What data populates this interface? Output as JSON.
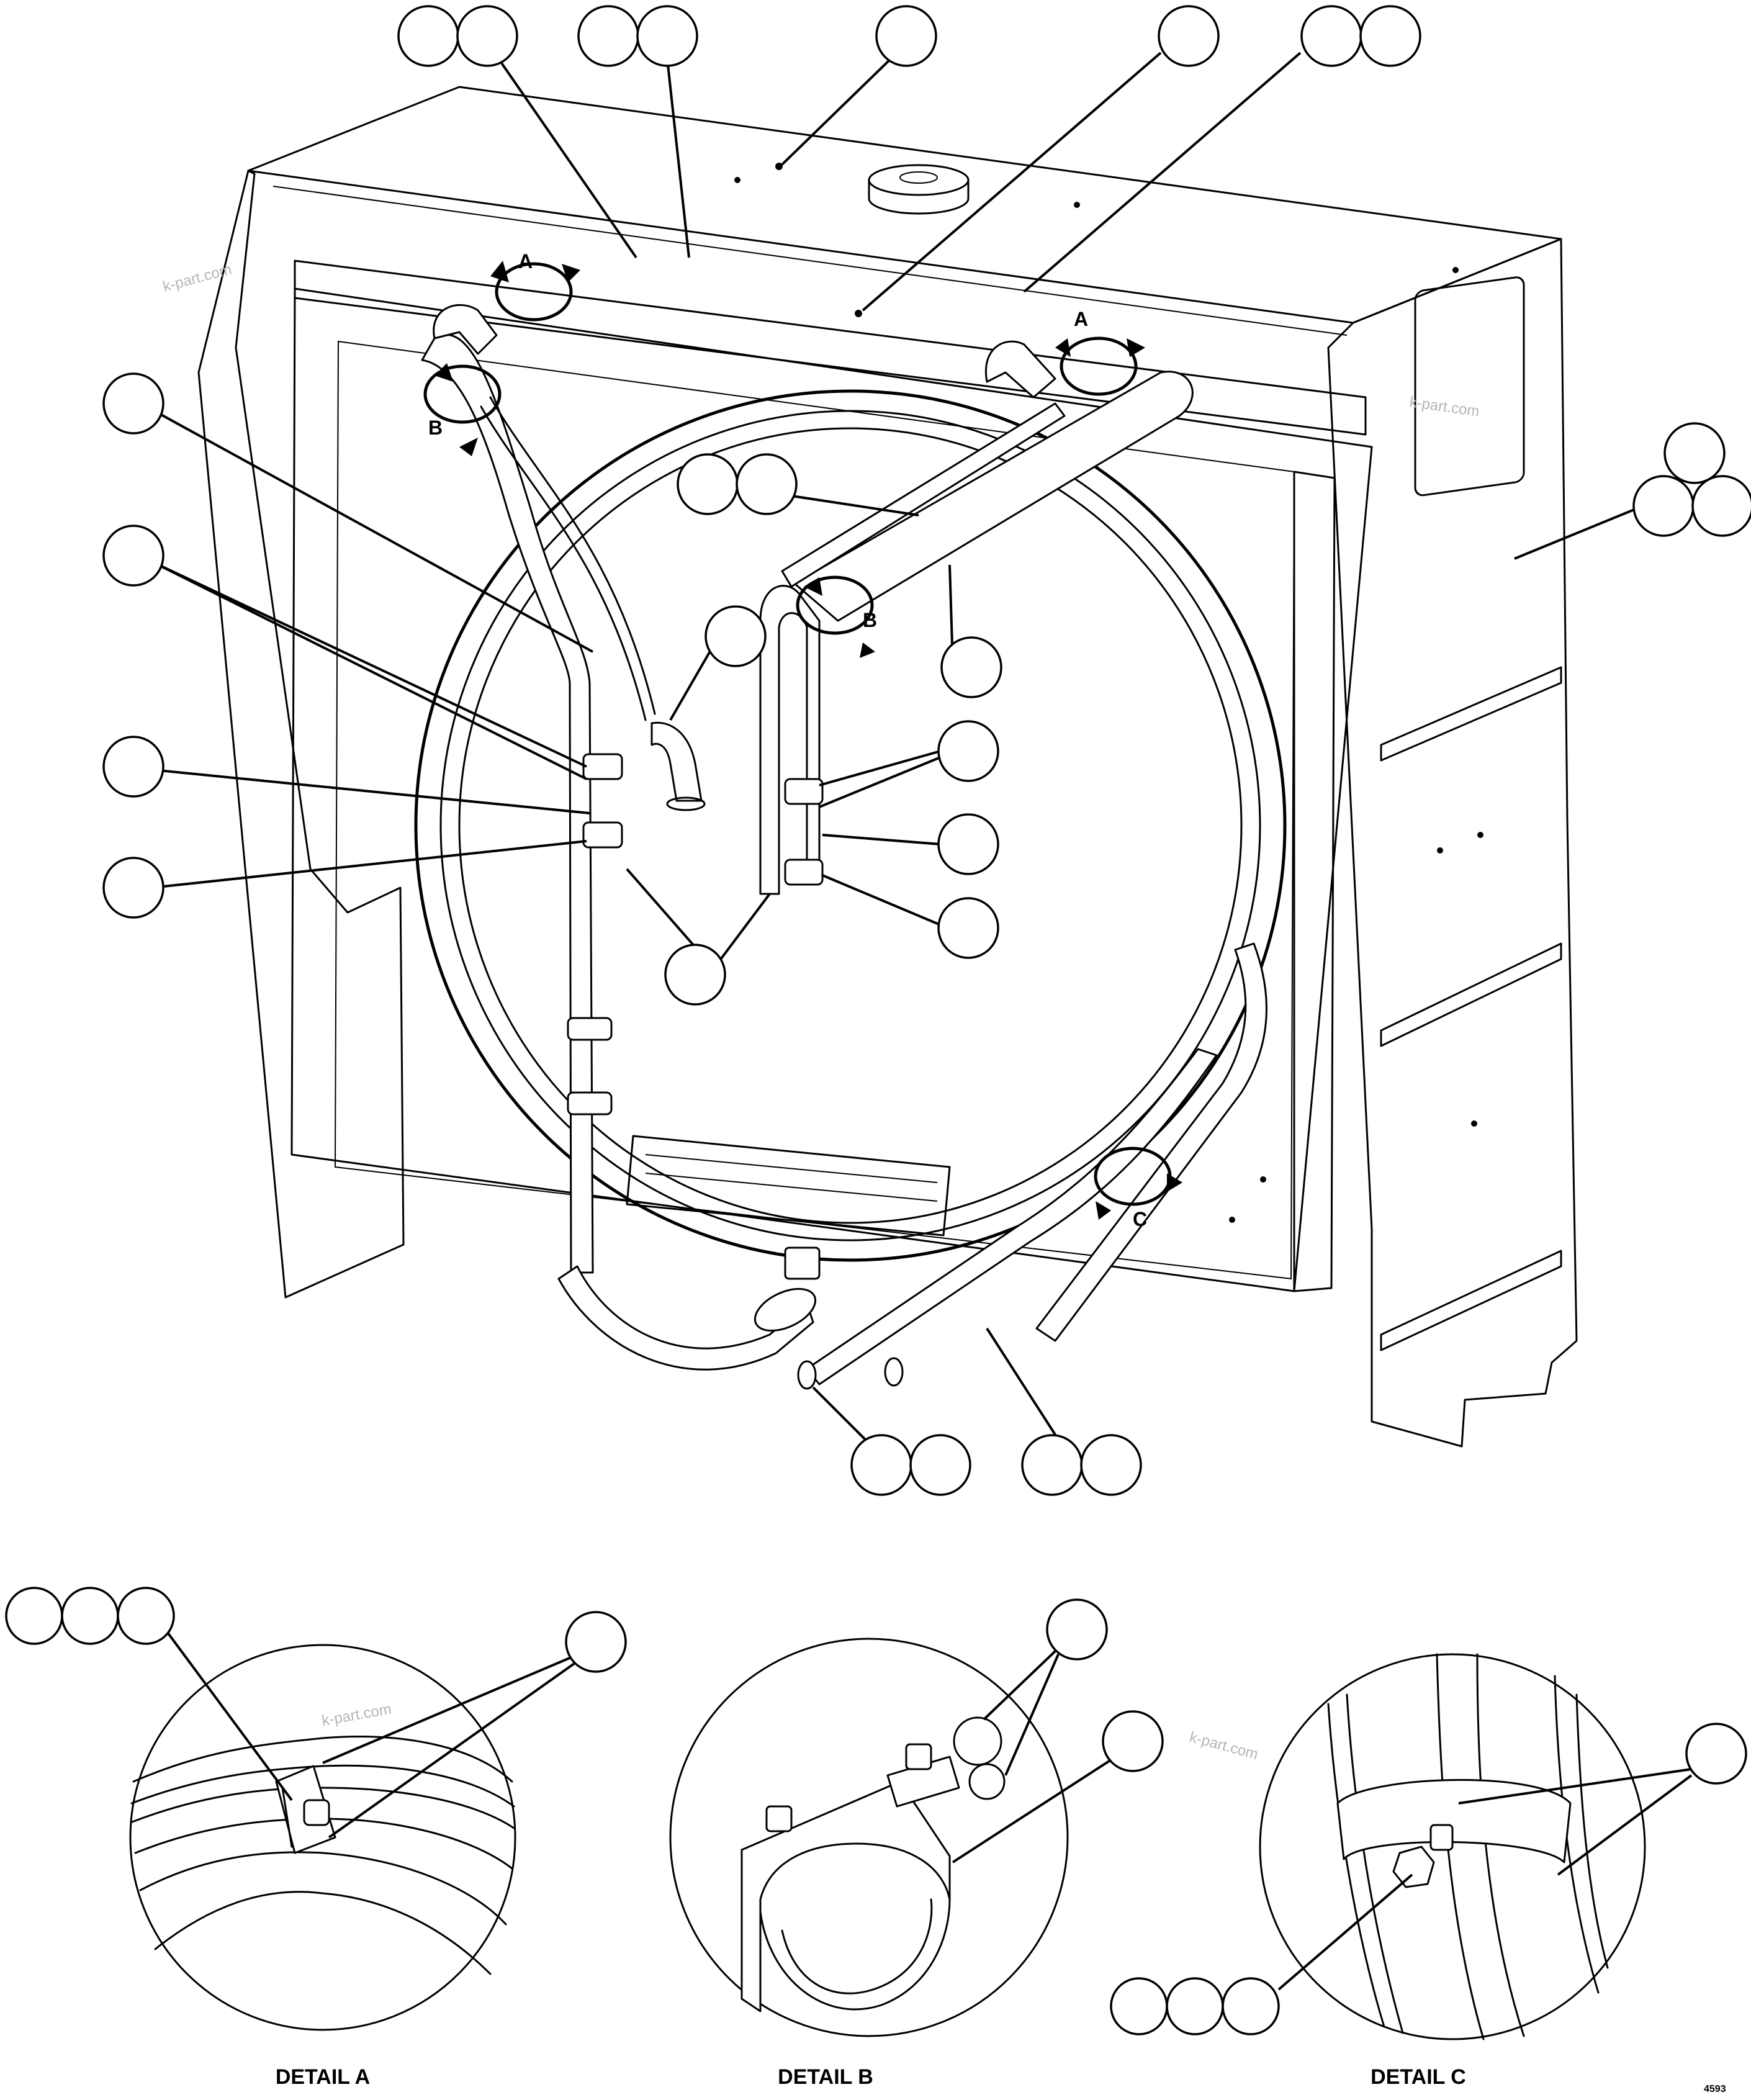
{
  "watermarks": [
    "k-part.com",
    "k-part.com",
    "k-part.com",
    "k-part.com"
  ],
  "view_callouts": [
    "A",
    "A",
    "B",
    "B",
    "C"
  ],
  "detail_titles": [
    "DETAIL A",
    "DETAIL B",
    "DETAIL C"
  ],
  "drawing_code": "4593"
}
